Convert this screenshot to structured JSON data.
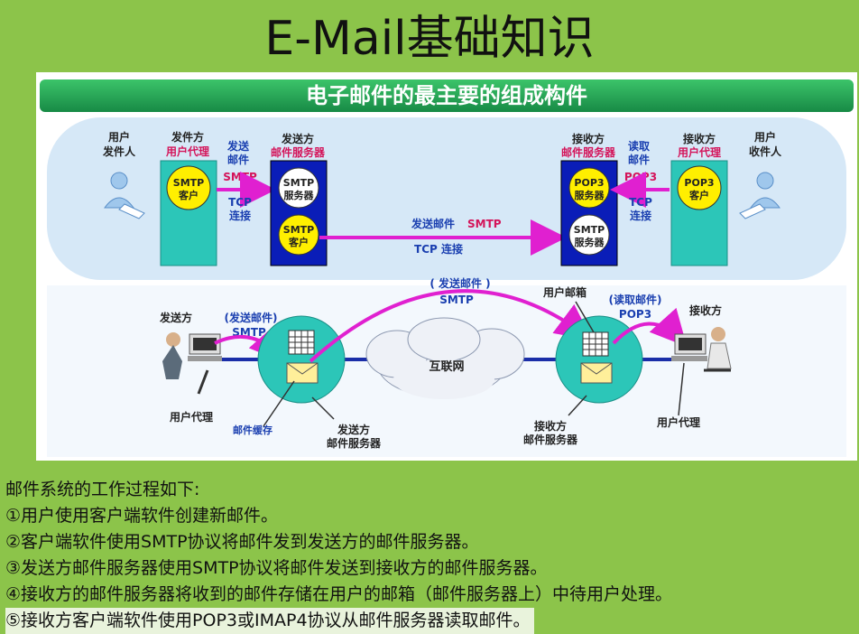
{
  "slide_title": "E-Mail基础知识",
  "banner": "电子邮件的最主要的组成构件",
  "top": {
    "sender_user": [
      "用户",
      "发件人"
    ],
    "sender_agent_head": [
      "发件方",
      "用户代理"
    ],
    "smtp_client": [
      "SMTP",
      "客户"
    ],
    "send_mail": [
      "发送",
      "邮件",
      "SMTP"
    ],
    "tcp_left": [
      "TCP",
      "连接"
    ],
    "sender_server_head": [
      "发送方",
      "邮件服务器"
    ],
    "smtp_server": [
      "SMTP",
      "服务器"
    ],
    "smtp_client2": [
      "SMTP",
      "客户"
    ],
    "mid_send": "发送邮件",
    "mid_smtp": "SMTP",
    "mid_tcp": "TCP 连接",
    "recv_server_head": [
      "接收方",
      "邮件服务器"
    ],
    "pop3_server": [
      "POP3",
      "服务器"
    ],
    "smtp_server2": [
      "SMTP",
      "服务器"
    ],
    "read_mail": [
      "读取",
      "邮件",
      "POP3"
    ],
    "tcp_right": [
      "TCP",
      "连接"
    ],
    "recv_agent_head": [
      "接收方",
      "用户代理"
    ],
    "pop3_client": [
      "POP3",
      "客户"
    ],
    "recv_user": [
      "用户",
      "收件人"
    ]
  },
  "bottom": {
    "sender_label": "发送方",
    "send_smtp_paren": "(发送邮件)",
    "send_smtp": "SMTP",
    "internet_send_paren": "( 发送邮件 )",
    "internet_smtp": "SMTP",
    "mailbox": "用户邮箱",
    "read_paren": "(读取邮件)",
    "read_pop3": "POP3",
    "receiver_label": "接收方",
    "internet": "互联网",
    "user_agent_left": "用户代理",
    "mail_cache": "邮件缓存",
    "sender_server": [
      "发送方",
      "邮件服务器"
    ],
    "receiver_server": [
      "接收方",
      "邮件服务器"
    ],
    "user_agent_right": "用户代理"
  },
  "steps": [
    "邮件系统的工作过程如下:",
    "①用户使用客户端软件创建新邮件。",
    "②客户端软件使用SMTP协议将邮件发到发送方的邮件服务器。",
    "③发送方邮件服务器使用SMTP协议将邮件发送到接收方的邮件服务器。",
    "④接收方的邮件服务器将收到的邮件存储在用户的邮箱（邮件服务器上）中待用户处理。",
    "⑤接收方客户端软件使用POP3或IMAP4协议从邮件服务器读取邮件。"
  ],
  "colors": {
    "background": "#8cc44a",
    "banner": "#1f9f52",
    "panel_top": "#d6e8f7",
    "cyan_box": "#2cc6b8",
    "server_box": "#0a1db8",
    "yellow_circle": "#ffef00",
    "magenta_arrow": "#e020d0",
    "red_text": "#d4145a",
    "blue_text": "#1a3fb0"
  }
}
